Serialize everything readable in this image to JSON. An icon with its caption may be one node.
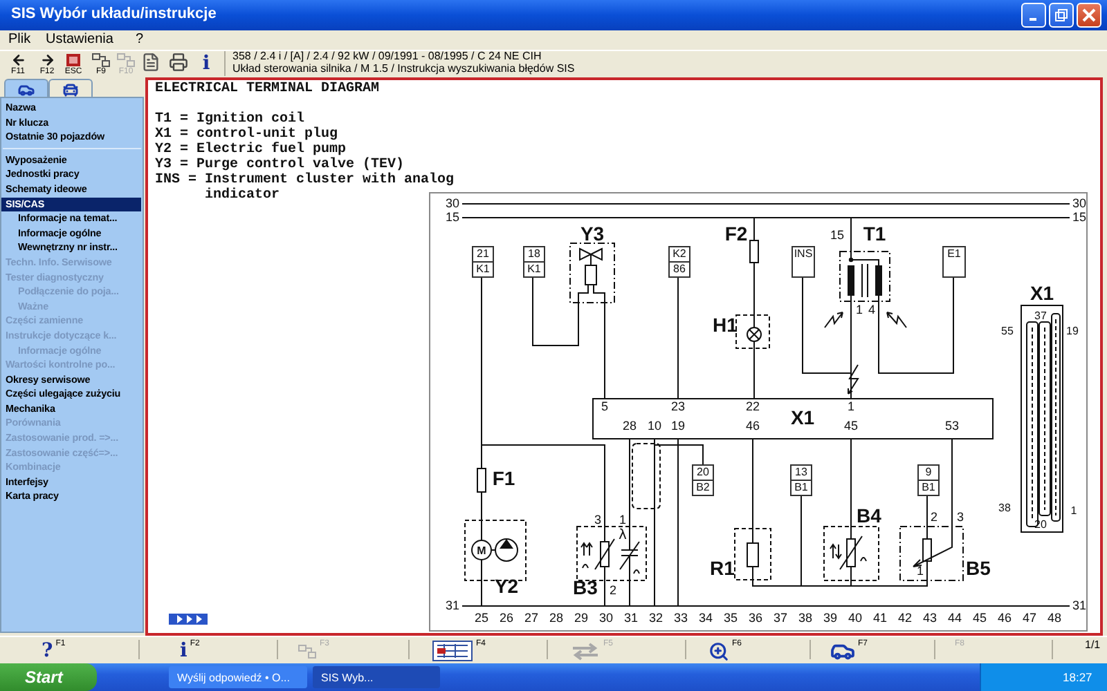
{
  "diagram": {
    "nodes": [
      {
        "text": [
          "21",
          "K1"
        ]
      },
      {
        "text": [
          "18",
          "K1"
        ]
      },
      {
        "text": [
          "Y3"
        ]
      },
      {
        "text": [
          "K2",
          "86"
        ]
      },
      {
        "text": [
          "F2"
        ]
      },
      {
        "text": [
          "H1"
        ]
      },
      {
        "text": [
          "INS"
        ]
      },
      {
        "text": [
          "15",
          "T1",
          "1",
          "4"
        ]
      },
      {
        "text": [
          "E1"
        ]
      },
      {
        "text": [
          "5",
          "23",
          "22",
          "1",
          "28",
          "10",
          "19",
          "46",
          "X1",
          "45",
          "53"
        ]
      },
      {
        "text": [
          "F1"
        ]
      },
      {
        "text": [
          "M",
          "Y2"
        ]
      },
      {
        "text": [
          "3",
          "1",
          "λ",
          "B3",
          "2"
        ]
      },
      {
        "text": [
          "20",
          "B2"
        ]
      },
      {
        "text": [
          "R1"
        ]
      },
      {
        "text": [
          "13",
          "B1"
        ]
      },
      {
        "text": [
          "B4"
        ]
      },
      {
        "text": [
          "9",
          "B1"
        ]
      },
      {
        "text": [
          "2",
          "3",
          "1",
          "B5"
        ]
      },
      {
        "text": [
          "X1",
          "37",
          "55",
          "19",
          "38",
          "20",
          "1"
        ]
      },
      {
        "text": [
          "30",
          "30"
        ]
      },
      {
        "text": [
          "15",
          "15"
        ]
      },
      {
        "text": [
          "31",
          "31"
        ]
      }
    ],
    "edges": [
      {
        "from": 0,
        "to": 10,
        "arrow": "none"
      },
      {
        "from": 0,
        "to": 12,
        "arrow": "none"
      },
      {
        "from": 10,
        "to": 11,
        "arrow": "none"
      },
      {
        "from": 11,
        "to": 22,
        "arrow": "none"
      },
      {
        "from": 1,
        "to": 2,
        "arrow": "none"
      },
      {
        "from": 2,
        "to": 9,
        "arrow": "none"
      },
      {
        "from": 3,
        "to": 9,
        "arrow": "none"
      },
      {
        "from": 21,
        "to": 4,
        "arrow": "none"
      },
      {
        "from": 4,
        "to": 5,
        "arrow": "none"
      },
      {
        "from": 5,
        "to": 9,
        "arrow": "none"
      },
      {
        "from": 21,
        "to": 7,
        "arrow": "none"
      },
      {
        "from": 7,
        "to": 9,
        "arrow": "none"
      },
      {
        "from": 6,
        "to": 9,
        "arrow": "none"
      },
      {
        "from": 8,
        "to": 7,
        "arrow": "none"
      },
      {
        "from": 9,
        "to": 12,
        "arrow": "none"
      },
      {
        "from": 9,
        "to": 22,
        "arrow": "none"
      },
      {
        "from": 9,
        "to": 22,
        "arrow": "none"
      },
      {
        "from": 9,
        "to": 13,
        "arrow": "none"
      },
      {
        "from": 12,
        "to": 22,
        "arrow": "none"
      },
      {
        "from": 12,
        "to": 22,
        "arrow": "none"
      },
      {
        "from": 9,
        "to": 14,
        "arrow": "none"
      },
      {
        "from": 14,
        "to": 15,
        "arrow": "none"
      },
      {
        "from": 9,
        "to": 16,
        "arrow": "none"
      },
      {
        "from": 16,
        "to": 15,
        "arrow": "none"
      },
      {
        "from": 9,
        "to": 18,
        "arrow": "none"
      },
      {
        "from": 17,
        "to": 18,
        "arrow": "none"
      },
      {
        "from": 18,
        "to": 15,
        "arrow": "none"
      }
    ],
    "labels": [
      "SIS Wybór układu/instrukcje",
      "Plik",
      "Ustawienia",
      "?",
      "F11",
      "F12",
      "ESC",
      "F9",
      "F10",
      "i",
      "358 / 2.4 i / [A] / 2.4 / 92 kW / 09/1991 - 08/1995 / C 24 NE CIH",
      "Układ sterowania silnika / M 1.5 / Instrukcja wyszukiwania błędów SIS",
      "Nazwa",
      "Nr klucza",
      "Ostatnie 30 pojazdów",
      "Wyposażenie",
      "Jednostki pracy",
      "Schematy ideowe",
      "SIS/CAS",
      "Informacje na temat...",
      "Informacje ogólne",
      "Wewnętrzny nr instr...",
      "Techn. Info. Serwisowe",
      "Tester diagnostyczny",
      "Podłączenie do poja...",
      "Ważne",
      "Części zamienne",
      "Instrukcje dotyczące k...",
      "Informacje ogólne",
      "Wartości kontrolne po...",
      "Okresy serwisowe",
      "Części ulegające zużyciu",
      "Mechanika",
      "Porównania",
      "Zastosowanie prod. =>...",
      "Zastosowanie część=>...",
      "Kombinacje",
      "Interfejsy",
      "Karta pracy",
      "ELECTRICAL TERMINAL DIAGRAM",
      "T1 = Ignition coil",
      "X1 = control-unit plug",
      "Y2 = Electric fuel pump",
      "Y3 = Purge control valve (TEV)",
      "INS = Instrument cluster with analog indicator",
      "25",
      "26",
      "27",
      "28",
      "29",
      "30",
      "31",
      "32",
      "33",
      "34",
      "35",
      "36",
      "37",
      "38",
      "39",
      "40",
      "41",
      "42",
      "43",
      "44",
      "45",
      "46",
      "47",
      "48",
      "?",
      "F1",
      "i",
      "F2",
      "F3",
      "F4",
      "F5",
      "F6",
      "F7",
      "F8",
      "1/1",
      "Start",
      "Wyślij odpowiedź • O...",
      "SIS Wyb...",
      "18:27"
    ]
  }
}
